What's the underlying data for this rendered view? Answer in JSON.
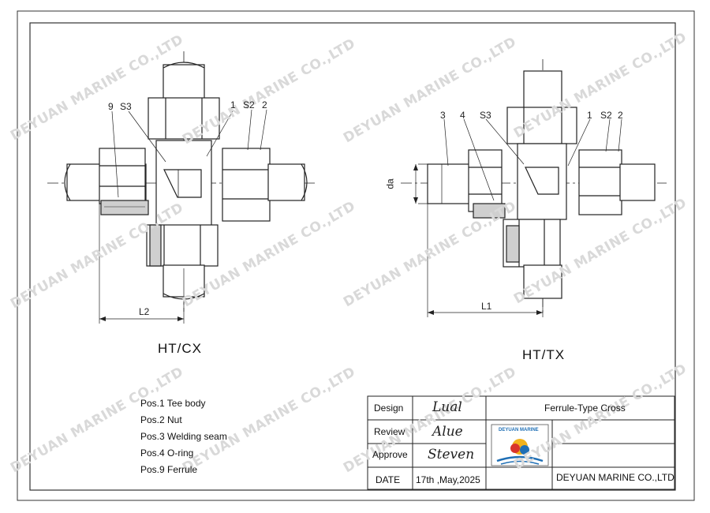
{
  "watermark": "DEYUAN MARINE CO.,LTD",
  "views": {
    "left": {
      "title": "HT/CX",
      "labels": {
        "p9": "9",
        "s3": "S3",
        "p1": "1",
        "s2": "S2",
        "p2": "2",
        "l2": "L2"
      }
    },
    "right": {
      "title": "HT/TX",
      "labels": {
        "p3": "3",
        "p4": "4",
        "s3": "S3",
        "p1": "1",
        "s2": "S2",
        "p2": "2",
        "da": "da",
        "l1": "L1"
      }
    }
  },
  "positions": [
    "Pos.1 Tee body",
    "Pos.2 Nut",
    "Pos.3 Welding seam",
    "Pos.4 O-ring",
    "Pos.9 Ferrule"
  ],
  "title_block": {
    "design_label": "Design",
    "design_sig": "Lual",
    "review_label": "Review",
    "review_sig": "Alue",
    "approve_label": "Approve",
    "approve_sig": "Steven",
    "date_label": "DATE",
    "date_value": "17th ,May,2025",
    "product_name": "Ferrule-Type Cross",
    "company": "DEYUAN MARINE CO.,LTD",
    "logo_text": "DEYUAN MARINE"
  },
  "colors": {
    "line": "#222222",
    "watermark": "#d9d9d9",
    "logo_blue": "#1f6fb5",
    "logo_red": "#d9342b",
    "logo_yellow": "#f2b21c"
  }
}
